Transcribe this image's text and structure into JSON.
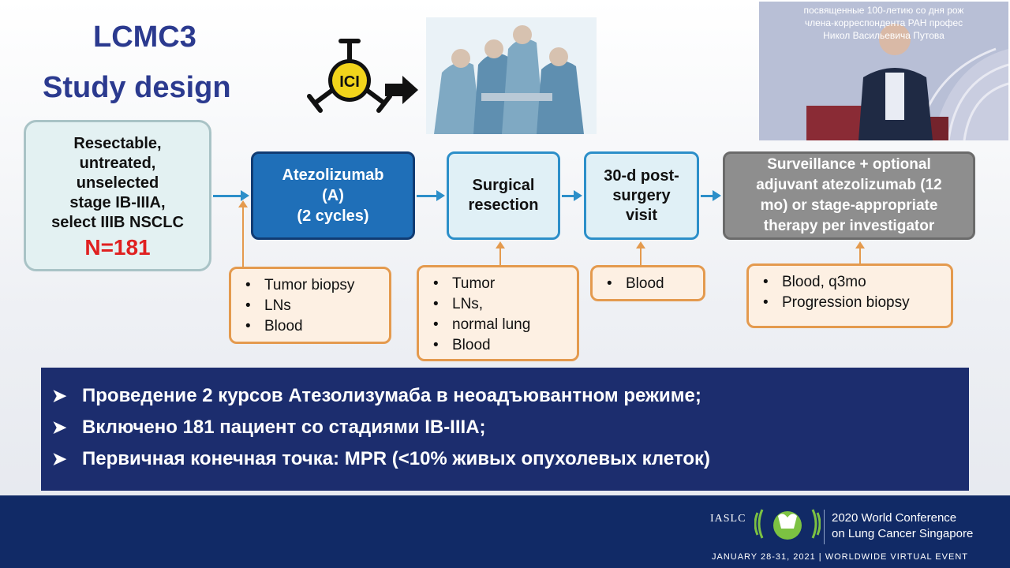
{
  "slide": {
    "title_line1": "LCMC3",
    "title_line2": "Study design",
    "ici_label": "ICI"
  },
  "flow": {
    "start": {
      "lines": [
        "Resectable,",
        "untreated,",
        "unselected",
        "stage IB-IIIA,",
        "select IIIB NSCLC"
      ],
      "n_label": "N=181"
    },
    "atezolizumab": {
      "lines": [
        "Atezolizumab",
        "(A)",
        "(2 cycles)"
      ]
    },
    "surgery": {
      "lines": [
        "Surgical",
        "resection"
      ]
    },
    "visit": {
      "lines": [
        "30-d post-",
        "surgery",
        "visit"
      ]
    },
    "surveillance": {
      "lines": [
        "Surveillance + optional",
        "adjuvant atezolizumab (12",
        "mo) or stage-appropriate",
        "therapy per investigator"
      ]
    }
  },
  "samples": {
    "baseline": [
      "Tumor biopsy",
      "LNs",
      "Blood"
    ],
    "surgery": [
      "Tumor",
      "LNs,",
      "normal lung",
      "Blood"
    ],
    "visit": [
      "Blood"
    ],
    "surveillance": [
      "Blood, q3mo",
      "Progression biopsy"
    ]
  },
  "banner": {
    "bullets": [
      "Проведение 2 курсов Атезолизумаба в неоадъювантном режиме;",
      "Включено 181 пациент со стадиями IB-IIIA;",
      "Первичная конечная точка: MPR (<10% живых опухолевых клеток)"
    ]
  },
  "footer": {
    "org": "IASLC",
    "conf_line1": "2020 World Conference",
    "conf_line2": "on Lung Cancer Singapore",
    "dates": "JANUARY 28-31, 2021  |  WORLDWIDE VIRTUAL EVENT"
  },
  "video": {
    "caption_line1": "посвященные 100-летию со дня рож",
    "caption_line2": "члена-корреспондента РАН профес",
    "caption_line3": "Никол  Васильевича Путова"
  },
  "colors": {
    "title": "#2b3a8f",
    "atezo_fill": "#1f6fb8",
    "flow_arrow": "#2c8fc9",
    "sample_border": "#e49a4e",
    "n_label": "#e02020",
    "banner": "#1c2d6e",
    "footer": "#112a66"
  }
}
